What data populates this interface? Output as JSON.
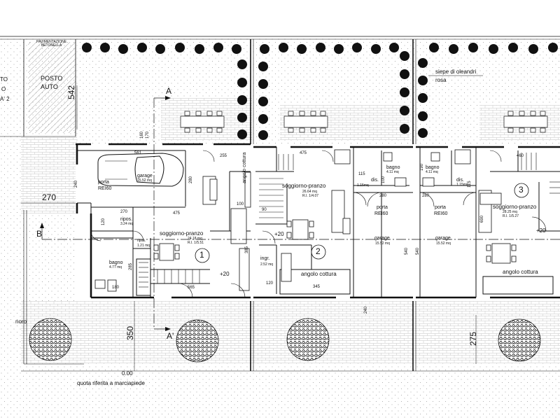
{
  "parking": {
    "left_text_1": "TO",
    "left_text_2": "O",
    "left_text_3": "A' 2",
    "paving_label": "PAVIMENTAZIONE\nBETONELLA",
    "posto": "POSTO",
    "auto": "AUTO",
    "dim_542": "542"
  },
  "hedge": {
    "label_1": "siepe di oleandri",
    "label_2": "rosa"
  },
  "sections": {
    "a": "A",
    "a_prime": "A'",
    "b": "B"
  },
  "unit1": {
    "number": "1",
    "garage_name": "garage",
    "garage_area": "15.52 mq",
    "door_1": "porta",
    "door_2": "REI60",
    "ripos_name": "ripos.",
    "ripos_area": "3.24 mq",
    "ripos2_name": "ripos.",
    "ripos2_area": "1.21 mq",
    "living_name": "soggiorno-pranzo",
    "living_area": "24.18 mq",
    "living_ri": "R.I. 1/5.51",
    "bath_name": "bagno",
    "bath_area": "4.77 mq",
    "dims": {
      "d561": "561",
      "d475": "475",
      "d240": "240",
      "d270a": "270",
      "d270b": "270",
      "d280": "280",
      "d255": "255",
      "d565": "565",
      "d180": "180",
      "d285": "285",
      "d120": "120",
      "d350": "350",
      "d160": "160",
      "d170": "170",
      "d100": "100"
    },
    "level": "+20"
  },
  "unit2": {
    "number": "2",
    "living_name": "soggiorno-pranzo",
    "living_area": "26.64 mq",
    "living_ri": "R.I. 1/4.07",
    "ingr_name": "ingr.",
    "ingr_area": "2.52 mq",
    "kitchen": "angolo cottura",
    "kitchen_v": "angolo cottura",
    "bath_name": "bagno",
    "bath_area": "4.11 mq",
    "dis_name": "dis.",
    "dis_area": "1.15mq",
    "door_1": "porta",
    "door_2": "REI60",
    "garage_name": "garage",
    "garage_area": "15.52 mq",
    "dims": {
      "d475": "475",
      "d280": "280",
      "d115": "115",
      "d345": "345",
      "d540": "540",
      "d120": "120",
      "d90": "90",
      "d240": "240",
      "d100": "100",
      "d385": "385"
    },
    "level": "+20"
  },
  "unit3": {
    "number": "3",
    "living_name": "soggiorno-pranzo",
    "living_area": "28.25 mq",
    "living_ri": "R.I. 1/5.27",
    "kitchen": "angolo cottura",
    "bath_name": "bagno",
    "bath_area": "4.11 mq",
    "dis_name": "dis.",
    "dis_area": "1.15mq",
    "door_1": "porta",
    "door_2": "REI60",
    "garage_name": "garage",
    "garage_area": "15.52 mq",
    "dims": {
      "d460": "460",
      "d280": "280",
      "d115": "115",
      "d190": "190",
      "d540": "540",
      "d690": "690",
      "d275": "275"
    },
    "level": "+20"
  },
  "site": {
    "elevation": "0.00",
    "reference": "quota riferita a marciapiede",
    "wall": "noro"
  },
  "colors": {
    "line": "#111111",
    "garden_dot": "#9a9a9a",
    "paving": "#bdbdbd",
    "tree": "#1a1a1a"
  }
}
